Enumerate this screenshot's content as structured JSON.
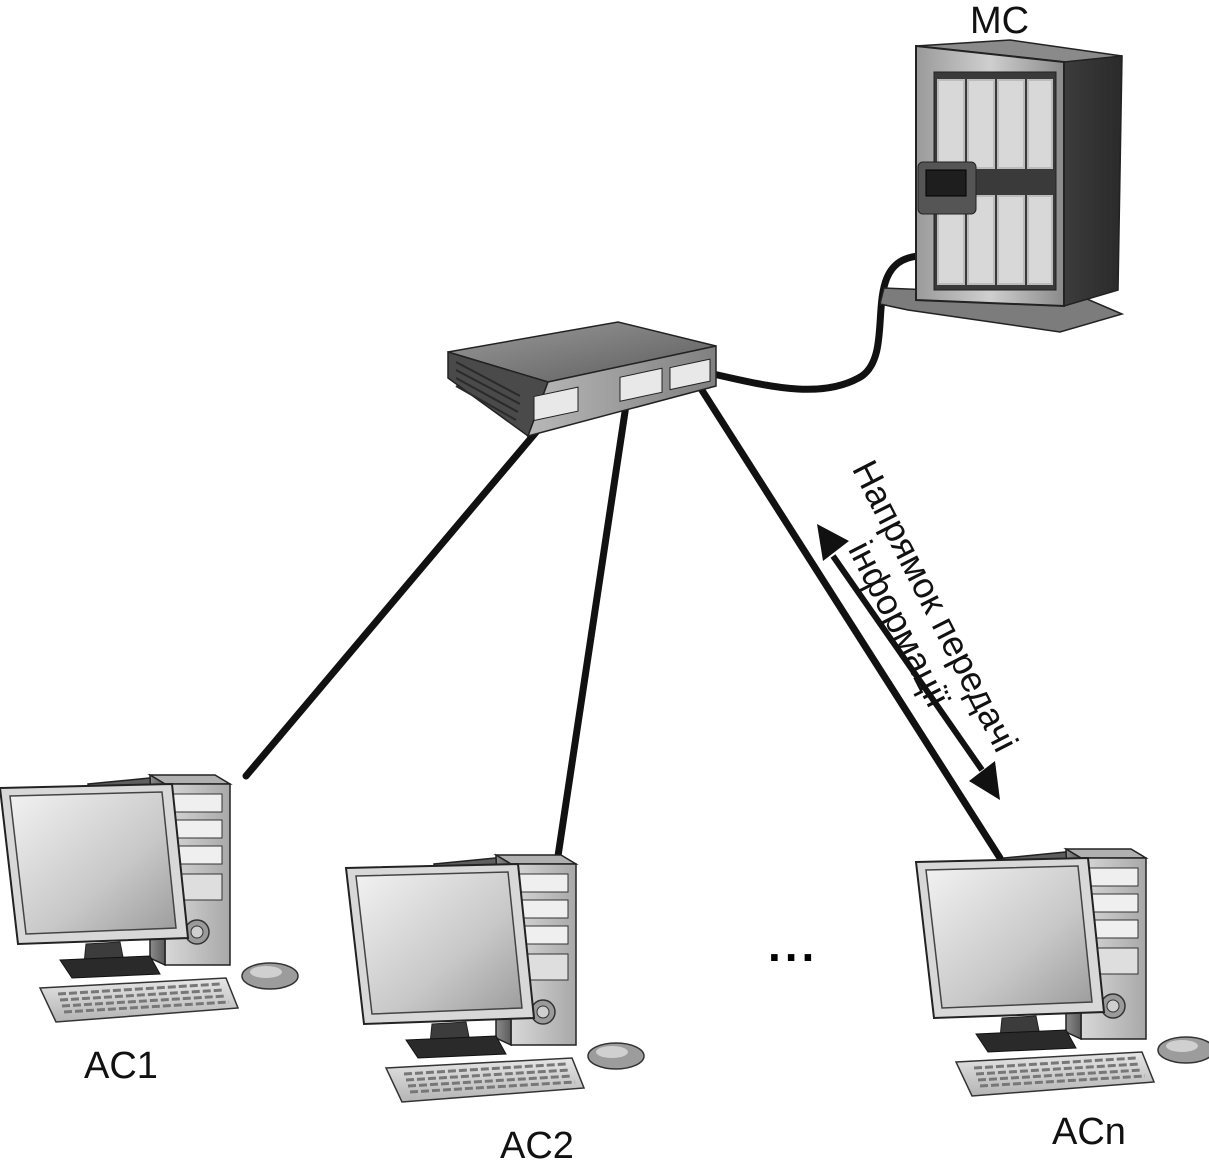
{
  "nodes": {
    "server": {
      "label": "МС"
    },
    "workstation_1": {
      "label": "AC1"
    },
    "workstation_2": {
      "label": "AC2"
    },
    "workstation_n": {
      "label": "ACn"
    }
  },
  "ellipsis": "...",
  "direction_label": {
    "line1": "Напрямок передачі",
    "line2": "інформації"
  }
}
